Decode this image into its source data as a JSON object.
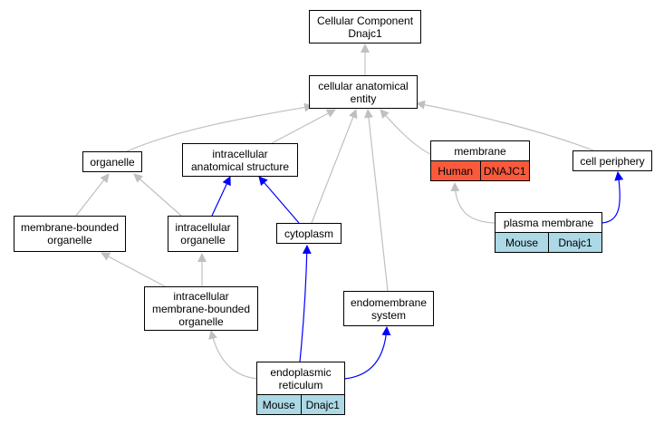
{
  "colors": {
    "gray_edge": "#c0c0c0",
    "blue_edge": "#0000ff",
    "mouse_fill": "#add8e6",
    "human_fill": "#fa5a3c"
  },
  "nodes": {
    "root": {
      "label": "Cellular Component\nDnajc1"
    },
    "cae": {
      "label": "cellular anatomical\nentity"
    },
    "organelle": {
      "label": "organelle"
    },
    "ias": {
      "label": "intracellular\nanatomical structure"
    },
    "membrane": {
      "label": "membrane",
      "species": "Human",
      "gene": "DNAJC1"
    },
    "cellper": {
      "label": "cell periphery"
    },
    "mbo": {
      "label": "membrane-bounded\norganelle"
    },
    "io": {
      "label": "intracellular\norganelle"
    },
    "cyto": {
      "label": "cytoplasm"
    },
    "pm": {
      "label": "plasma membrane",
      "species": "Mouse",
      "gene": "Dnajc1"
    },
    "imbo": {
      "label": "intracellular\nmembrane-bounded\norganelle"
    },
    "es": {
      "label": "endomembrane\nsystem"
    },
    "er": {
      "label": "endoplasmic\nreticulum",
      "species": "Mouse",
      "gene": "Dnajc1"
    }
  }
}
